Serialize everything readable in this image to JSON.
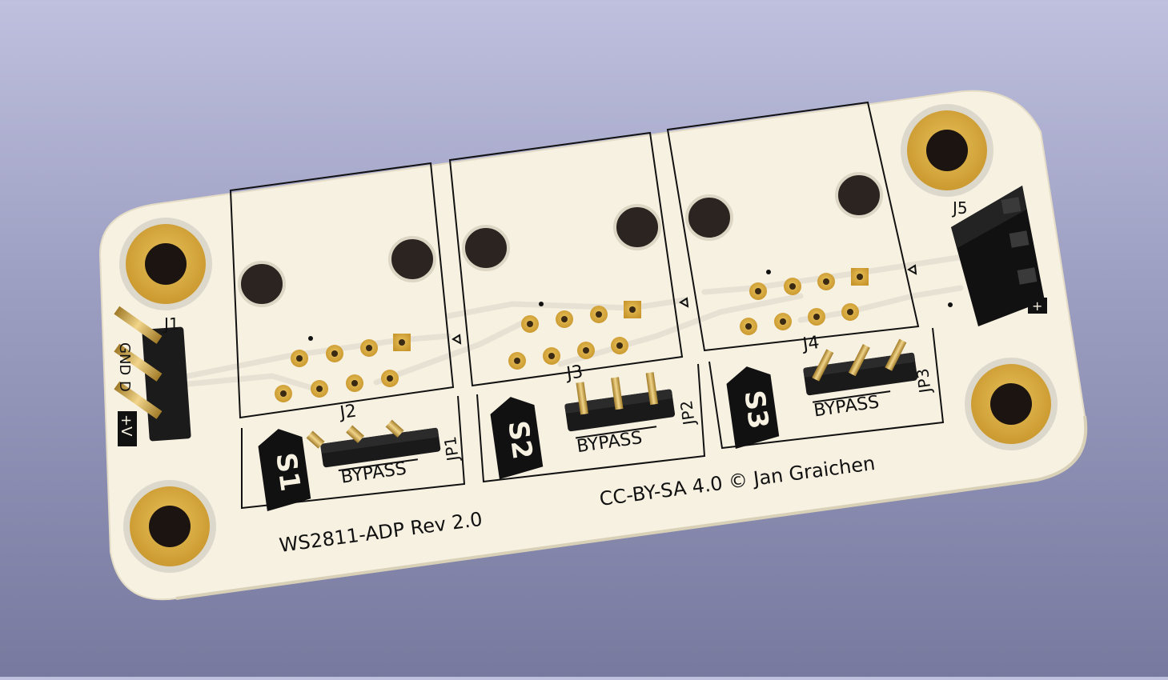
{
  "board": {
    "title": "WS2811-ADP Rev 2.0",
    "license": "CC-BY-SA 4.0 © Jan Graichen"
  },
  "colors": {
    "board": "#f7f1e2",
    "gold": "#d6a93a",
    "silk": "#111111",
    "trace": "#e7e3d8"
  },
  "sockets": [
    {
      "id": "S1",
      "header": "J2",
      "jumper": "JP1",
      "jumper_label": "BYPASS"
    },
    {
      "id": "S2",
      "header": "J3",
      "jumper": "JP2",
      "jumper_label": "BYPASS"
    },
    {
      "id": "S3",
      "header": "J4",
      "jumper": "JP3",
      "jumper_label": "BYPASS"
    }
  ],
  "connectors": {
    "input": {
      "ref": "J1",
      "pins": [
        "GND",
        "D",
        "+V"
      ]
    },
    "output": {
      "ref": "J5",
      "pins": [
        "+"
      ]
    }
  }
}
